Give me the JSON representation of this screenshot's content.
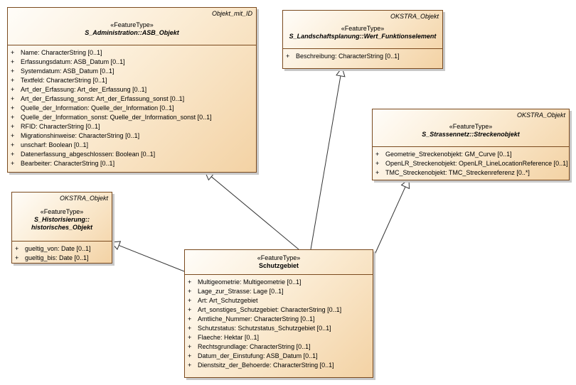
{
  "diagram": {
    "classes": [
      {
        "id": "asb",
        "parent_label": "Objekt_mit_ID",
        "stereotype": "«FeatureType»",
        "name_lines": [
          "S_Administration::ASB_Objekt"
        ],
        "attributes": [
          {
            "vis": "+",
            "text": "Name: CharacterString [0..1]"
          },
          {
            "vis": "+",
            "text": "Erfassungsdatum: ASB_Datum [0..1]"
          },
          {
            "vis": "+",
            "text": "Systemdatum: ASB_Datum [0..1]"
          },
          {
            "vis": "+",
            "text": "Textfeld: CharacterString [0..1]"
          },
          {
            "vis": "+",
            "text": "Art_der_Erfassung: Art_der_Erfassung [0..1]"
          },
          {
            "vis": "+",
            "text": "Art_der_Erfassung_sonst: Art_der_Erfassung_sonst [0..1]"
          },
          {
            "vis": "+",
            "text": "Quelle_der_Information: Quelle_der_Information [0..1]"
          },
          {
            "vis": "+",
            "text": "Quelle_der_Information_sonst: Quelle_der_Information_sonst [0..1]"
          },
          {
            "vis": "+",
            "text": "RFID: CharacterString [0..1]"
          },
          {
            "vis": "+",
            "text": "Migrationshinweise: CharacterString [0..1]"
          },
          {
            "vis": "+",
            "text": "unscharf: Boolean [0..1]"
          },
          {
            "vis": "+",
            "text": "Datenerfassung_abgeschlossen: Boolean [0..1]"
          },
          {
            "vis": "+",
            "text": "Bearbeiter: CharacterString [0..1]"
          }
        ]
      },
      {
        "id": "wert",
        "parent_label": "OKSTRA_Objekt",
        "stereotype": "«FeatureType»",
        "name_lines": [
          "S_Landschaftsplanung::Wert_Funktionselement"
        ],
        "attributes": [
          {
            "vis": "+",
            "text": "Beschreibung: CharacterString [0..1]"
          }
        ]
      },
      {
        "id": "strecke",
        "parent_label": "OKSTRA_Objekt",
        "stereotype": "«FeatureType»",
        "name_lines": [
          "S_Strassennetz::Streckenobjekt"
        ],
        "attributes": [
          {
            "vis": "+",
            "text": "Geometrie_Streckenobjekt: GM_Curve [0..1]"
          },
          {
            "vis": "+",
            "text": "OpenLR_Streckenobjekt: OpenLR_LineLocationReference [0..1]"
          },
          {
            "vis": "+",
            "text": "TMC_Streckenobjekt: TMC_Streckenreferenz [0..*]"
          }
        ]
      },
      {
        "id": "hist",
        "parent_label": "OKSTRA_Objekt",
        "stereotype": "«FeatureType»",
        "name_lines": [
          "S_Historisierung::",
          "historisches_Objekt"
        ],
        "attributes": [
          {
            "vis": "+",
            "text": "gueltig_von: Date [0..1]"
          },
          {
            "vis": "+",
            "text": "gueltig_bis: Date [0..1]"
          }
        ]
      },
      {
        "id": "schutz",
        "parent_label": "",
        "stereotype": "«FeatureType»",
        "name_lines": [
          "Schutzgebiet"
        ],
        "attributes": [
          {
            "vis": "+",
            "text": "Multigeometrie: Multigeometrie [0..1]"
          },
          {
            "vis": "+",
            "text": "Lage_zur_Strasse: Lage [0..1]"
          },
          {
            "vis": "+",
            "text": "Art: Art_Schutzgebiet"
          },
          {
            "vis": "+",
            "text": "Art_sonstiges_Schutzgebiet: CharacterString [0..1]"
          },
          {
            "vis": "+",
            "text": "Amtliche_Nummer: CharacterString [0..1]"
          },
          {
            "vis": "+",
            "text": "Schutzstatus: Schutzstatus_Schutzgebiet [0..1]"
          },
          {
            "vis": "+",
            "text": "Flaeche: Hektar [0..1]"
          },
          {
            "vis": "+",
            "text": "Rechtsgrundlage: CharacterString [0..1]"
          },
          {
            "vis": "+",
            "text": "Datum_der_Einstufung: ASB_Datum [0..1]"
          },
          {
            "vis": "+",
            "text": "Dienstsitz_der_Behoerde: CharacterString [0..1]"
          }
        ]
      }
    ],
    "generalizations": [
      {
        "from": "schutz",
        "to": "asb"
      },
      {
        "from": "schutz",
        "to": "wert"
      },
      {
        "from": "schutz",
        "to": "strecke"
      },
      {
        "from": "schutz",
        "to": "hist"
      }
    ]
  }
}
